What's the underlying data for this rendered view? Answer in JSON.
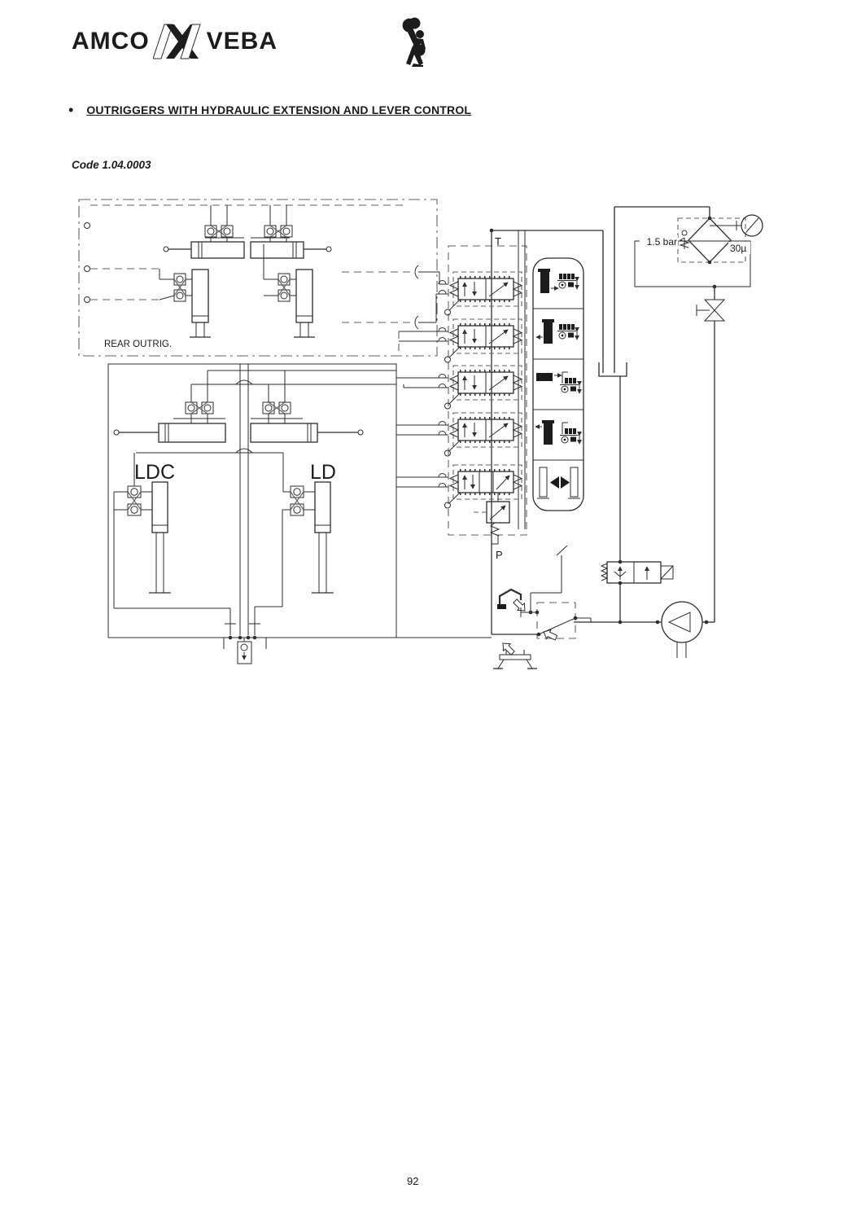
{
  "header": {
    "logo_left": "AMCO",
    "logo_right": "VEBA"
  },
  "heading": {
    "bullet": "•",
    "title": "OUTRIGGERS WITH HYDRAULIC EXTENSION AND LEVER CONTROL",
    "code": "Code 1.04.0003"
  },
  "diagram": {
    "labels": {
      "rear_outriggers": "REAR OUTRIG.",
      "left_stabilizer": "LDC",
      "right_stabilizer": "LD",
      "tank_port": "T",
      "pressure_port": "P",
      "bypass_rating": "1.5 bar",
      "filter_rating": "30µ"
    },
    "icons": {
      "mechanic": "mechanic-with-wrench-icon",
      "logo_emblem": "x-emblem-icon",
      "gauge": "pressure-gauge-icon",
      "filter": "return-filter-icon",
      "shutoff": "shutoff-valve-icon",
      "pump": "hydraulic-pump-icon",
      "crane_mode": "crane-mode-icon",
      "outrigger_mode": "outrigger-mode-icon",
      "lever": "control-lever-icon"
    }
  },
  "footer": {
    "page_number": "92"
  },
  "colors": {
    "ink": "#1c1c1c",
    "line_gray": "#606060",
    "paper": "#ffffff"
  }
}
